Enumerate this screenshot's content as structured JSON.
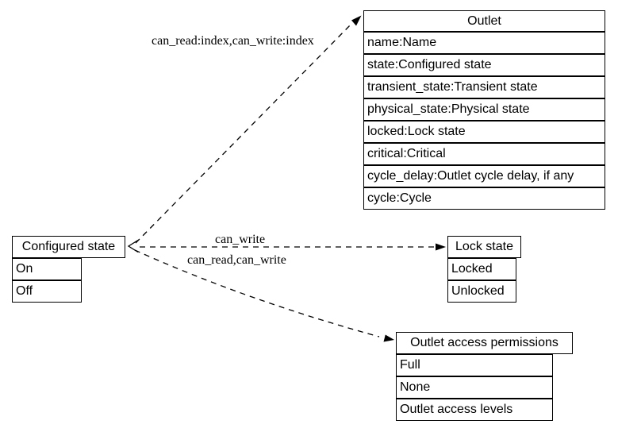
{
  "diagram": {
    "colors": {
      "line": "#000000",
      "background": "#ffffff",
      "text": "#000000"
    },
    "nodes": {
      "outlet": {
        "title": "Outlet",
        "rows": [
          "name:Name",
          "state:Configured state",
          "transient_state:Transient state",
          "physical_state:Physical state",
          "locked:Lock state",
          "critical:Critical",
          "cycle_delay:Outlet cycle delay, if any",
          "cycle:Cycle"
        ]
      },
      "configured_state": {
        "title": "Configured state",
        "rows": [
          "On",
          "Off"
        ]
      },
      "lock_state": {
        "title": "Lock state",
        "rows": [
          "Locked",
          "Unlocked"
        ]
      },
      "outlet_access_permissions": {
        "title": "Outlet access permissions",
        "rows": [
          "Full",
          "None",
          "Outlet access levels"
        ]
      }
    },
    "edges": [
      {
        "from": "Configured state",
        "to": "Outlet",
        "label": "can_read:index,can_write:index"
      },
      {
        "from": "Configured state",
        "to": "Lock state",
        "label": "can_write"
      },
      {
        "from": "Configured state",
        "to": "Outlet access permissions",
        "label": "can_read,can_write"
      }
    ]
  }
}
